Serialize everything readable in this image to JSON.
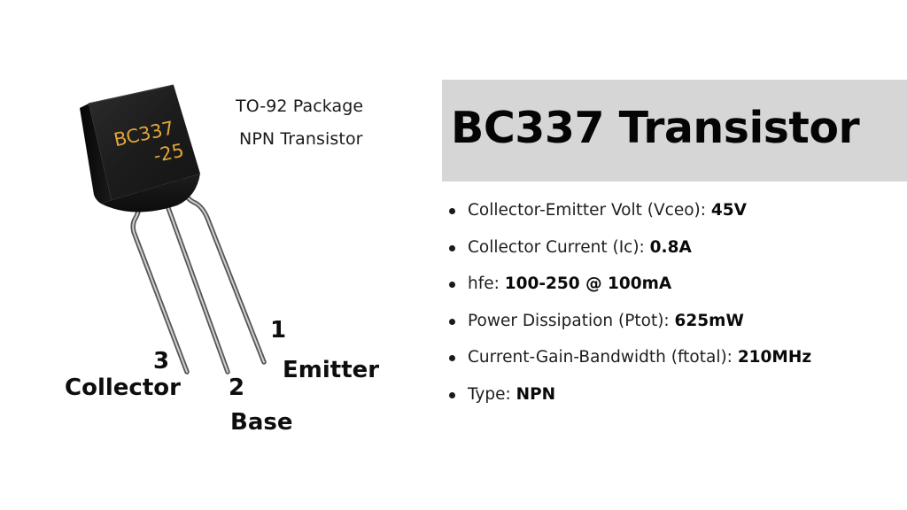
{
  "package": {
    "line1": "TO-92 Package",
    "line2": "NPN Transistor"
  },
  "component": {
    "marking_line1": "BC337",
    "marking_line2": "-25",
    "body_color": "#1a1a1a",
    "marking_color": "#e0a43c",
    "lead_color": "#9a9a9a"
  },
  "pins": [
    {
      "number": "1",
      "name": "Emitter"
    },
    {
      "number": "2",
      "name": "Base"
    },
    {
      "number": "3",
      "name": "Collector"
    }
  ],
  "title": {
    "text": "BC337 Transistor",
    "background": "#d6d6d6"
  },
  "specs": [
    {
      "label": "Collector-Emitter Volt (Vceo): ",
      "value": "45V"
    },
    {
      "label": "Collector Current (Ic): ",
      "value": "0.8A"
    },
    {
      "label": "hfe: ",
      "value": "100-250 @ 100mA"
    },
    {
      "label": "Power Dissipation (Ptot): ",
      "value": "625mW"
    },
    {
      "label": "Current-Gain-Bandwidth (ftotal): ",
      "value": "210MHz"
    },
    {
      "label": "Type: ",
      "value": "NPN"
    }
  ]
}
